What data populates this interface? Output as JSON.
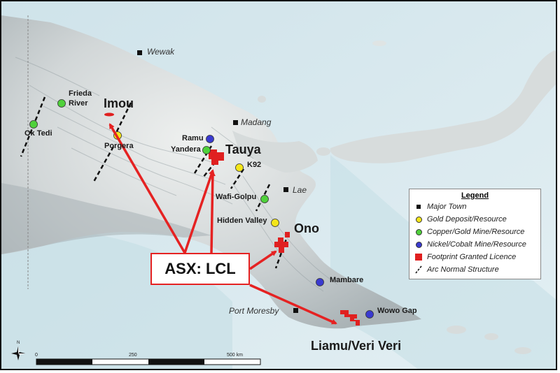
{
  "title": "",
  "towns": [
    {
      "id": "wewak",
      "label": "Wewak"
    },
    {
      "id": "madang",
      "label": "Madang"
    },
    {
      "id": "lae",
      "label": "Lae"
    },
    {
      "id": "port-moresby",
      "label": "Port Moresby"
    }
  ],
  "gold_deposits": [
    {
      "id": "porgera",
      "label": "Porgera"
    },
    {
      "id": "k92",
      "label": "K92"
    },
    {
      "id": "hidden-valley",
      "label": "Hidden Valley"
    }
  ],
  "copper_gold_mines": [
    {
      "id": "ok-tedi",
      "label": "Ok Tedi"
    },
    {
      "id": "frieda-river",
      "label_line1": "Frieda",
      "label_line2": "River"
    },
    {
      "id": "yandera",
      "label": "Yandera"
    },
    {
      "id": "wafi-golpu",
      "label": "Wafi-Golpu"
    }
  ],
  "nickel_cobalt_mines": [
    {
      "id": "ramu",
      "label": "Ramu"
    },
    {
      "id": "mambare",
      "label": "Mambare"
    },
    {
      "id": "wowo-gap",
      "label": "Wowo Gap"
    }
  ],
  "projects": [
    {
      "id": "imou",
      "label": "Imou"
    },
    {
      "id": "tauya",
      "label": "Tauya"
    },
    {
      "id": "ono",
      "label": "Ono"
    },
    {
      "id": "liamu",
      "label": "Liamu/Veri Veri"
    }
  ],
  "company_label": "ASX: LCL",
  "legend": {
    "title": "Legend",
    "items": [
      {
        "label": "Major Town",
        "symbol": "black-square"
      },
      {
        "label": "Gold Deposit/Resource",
        "symbol": "yellow-dot"
      },
      {
        "label": "Copper/Gold Mine/Resource",
        "symbol": "green-dot"
      },
      {
        "label": "Nickel/Cobalt Mine/Resource",
        "symbol": "blue-dot"
      },
      {
        "label": "Footprint Granted Licence",
        "symbol": "red-square"
      },
      {
        "label": "Arc Normal Structure",
        "symbol": "black-dashed-line"
      }
    ]
  },
  "scale_bar": {
    "ticks": [
      "0",
      "250",
      "500 km"
    ]
  },
  "north_arrow": "N",
  "colors": {
    "sea": "#d9e9ef",
    "land_low": "#b7bfc2",
    "land_high": "#ecefee",
    "gold": "#f4e61a",
    "copper_gold": "#4fd13b",
    "nickel_cobalt": "#3a3ad0",
    "licence": "#e02020",
    "arrow": "#e52222"
  }
}
